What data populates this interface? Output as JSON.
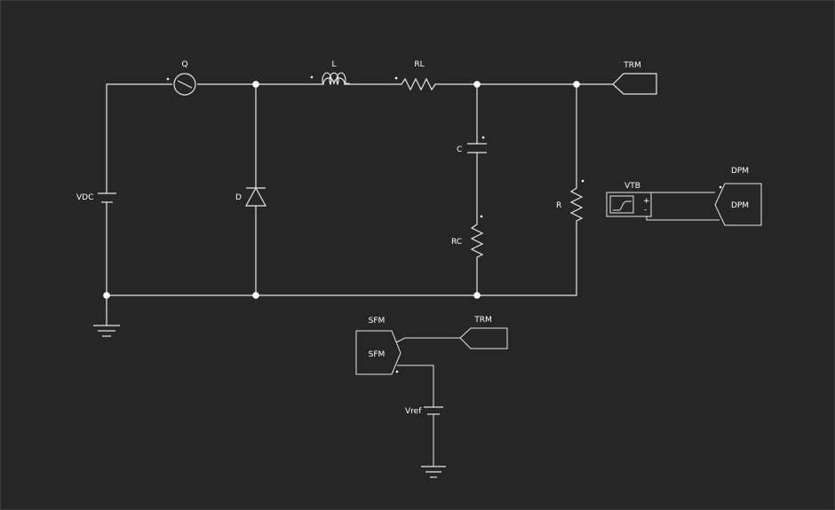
{
  "colors": {
    "background": "#262626",
    "wire": "#e6e6e6",
    "label": "#ffffff"
  },
  "components": {
    "switch": {
      "label": "Q",
      "icon": "switch-circle-icon"
    },
    "inductor": {
      "label": "L",
      "icon": "inductor-coil-icon"
    },
    "resistor_l": {
      "label": "RL",
      "icon": "resistor-zigzag-icon"
    },
    "voltage_source": {
      "label": "VDC",
      "icon": "battery-icon"
    },
    "diode": {
      "label": "D",
      "icon": "diode-icon"
    },
    "capacitor": {
      "label": "C",
      "icon": "capacitor-icon"
    },
    "resistor_c": {
      "label": "RC",
      "icon": "resistor-zigzag-icon"
    },
    "resistor_load": {
      "label": "R",
      "icon": "resistor-zigzag-icon"
    },
    "terminal_out": {
      "label": "TRM",
      "icon": "output-terminal-icon"
    },
    "voltmeter": {
      "label": "VTB",
      "icon": "voltmeter-icon",
      "plus": "+",
      "minus": "-"
    },
    "display_meter": {
      "label": "DPM",
      "inner_label": "DPM",
      "icon": "display-meter-icon"
    },
    "signal_meter": {
      "label": "SFM",
      "inner_label": "SFM",
      "icon": "signal-meter-icon"
    },
    "terminal_in": {
      "label": "TRM",
      "icon": "input-terminal-icon"
    },
    "reference_source": {
      "label": "Vref",
      "icon": "battery-icon"
    }
  }
}
